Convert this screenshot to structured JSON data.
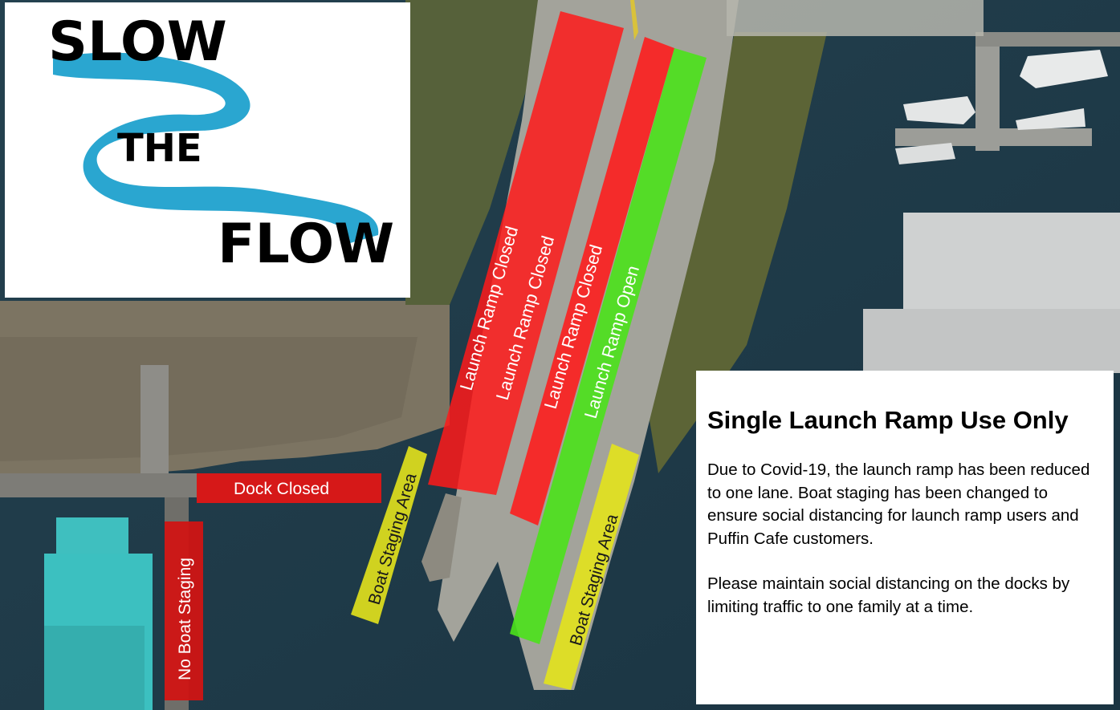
{
  "logo": {
    "word1": "SLOW",
    "word2": "THE",
    "word3": "FLOW"
  },
  "labels": {
    "ramp_lane_1": "Launch Ramp Closed",
    "ramp_lane_2": "Launch Ramp Closed",
    "ramp_lane_3": "Launch Ramp Closed",
    "ramp_lane_4": "Launch Ramp Open",
    "dock_closed": "Dock Closed",
    "no_boat_staging": "No Boat Staging",
    "staging_area_left": "Boat Staging Area",
    "staging_area_right": "Boat Staging Area"
  },
  "info": {
    "title": "Single Launch Ramp Use Only",
    "paragraph1": "Due to Covid-19, the launch ramp has been reduced to one lane.  Boat staging has been changed to ensure social distancing for launch ramp users and Puffin Cafe customers.",
    "paragraph2": "Please maintain social distancing on the docks by limiting traffic to one family at a time."
  },
  "colors": {
    "closed": "#ff1a1a",
    "open": "#4be21b",
    "staging": "#e3e31c",
    "water": "#1f3b4a",
    "river_logo": "#2aa6d0"
  }
}
